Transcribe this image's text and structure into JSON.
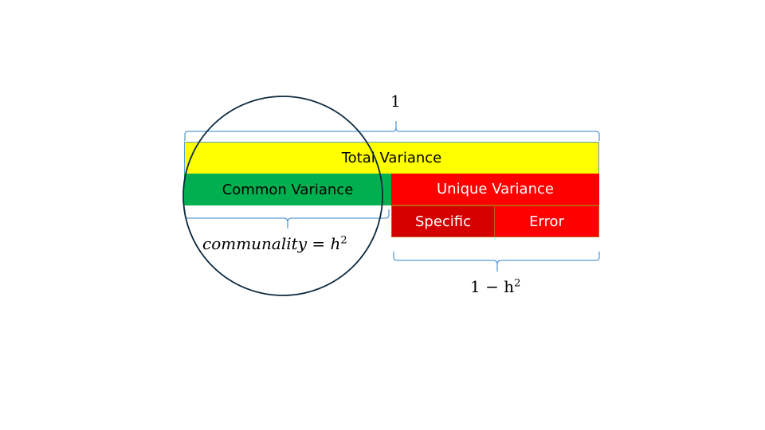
{
  "diagram": {
    "total_label": "1",
    "total_variance": "Total Variance",
    "common_variance": "Common Variance",
    "unique_variance": "Unique Variance",
    "specific": "Specific",
    "error": "Error",
    "communality_text": "communality = h",
    "communality_exp": "2",
    "unique_text_prefix": "1 − h",
    "unique_exp": "2",
    "colors": {
      "total": "#ffff00",
      "common": "#00b050",
      "unique": "#ff0000",
      "specific": "#d40000",
      "error": "#ff0000",
      "brace": "#5b9bd5",
      "circle": "#0d2a3f"
    }
  }
}
